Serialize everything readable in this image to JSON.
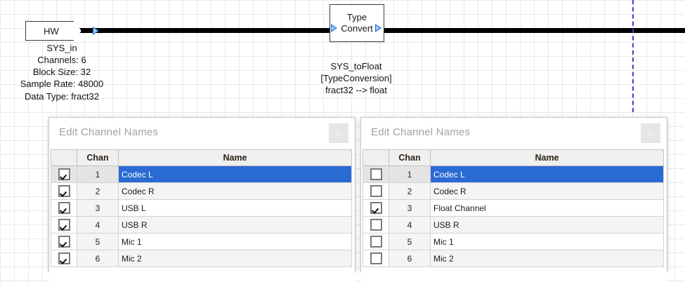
{
  "canvas": {
    "grid_minor_color": "#e9e9e9",
    "grid_major_color": "#dcdcdc",
    "background": "#ffffff",
    "guide_color": "#3b3bd6",
    "wire_color": "#000000"
  },
  "blocks": [
    {
      "id": "hw-source",
      "label": "HW",
      "caption_lines": [
        "SYS_in",
        "Channels: 6",
        "Block Size: 32",
        "Sample Rate: 48000",
        "Data Type: fract32"
      ]
    },
    {
      "id": "type-convert",
      "label_line1": "Type",
      "label_line2": "Convert",
      "caption_lines": [
        "SYS_toFloat",
        "[TypeConversion]",
        "fract32 --> float"
      ]
    }
  ],
  "dialogs": [
    {
      "id": "left",
      "title": "Edit Channel Names",
      "close_label": "×",
      "columns": [
        "",
        "Chan",
        "Name"
      ],
      "rows": [
        {
          "checked": true,
          "chan": "1",
          "name": "Codec L",
          "selected": true
        },
        {
          "checked": true,
          "chan": "2",
          "name": "Codec R",
          "selected": false
        },
        {
          "checked": true,
          "chan": "3",
          "name": "USB L",
          "selected": false
        },
        {
          "checked": true,
          "chan": "4",
          "name": "USB R",
          "selected": false
        },
        {
          "checked": true,
          "chan": "5",
          "name": "Mic 1",
          "selected": false
        },
        {
          "checked": true,
          "chan": "6",
          "name": "Mic 2",
          "selected": false
        }
      ]
    },
    {
      "id": "right",
      "title": "Edit Channel Names",
      "close_label": "×",
      "columns": [
        "",
        "Chan",
        "Name"
      ],
      "rows": [
        {
          "checked": false,
          "chan": "1",
          "name": "Codec L",
          "selected": true
        },
        {
          "checked": false,
          "chan": "2",
          "name": "Codec R",
          "selected": false
        },
        {
          "checked": true,
          "chan": "3",
          "name": "Float Channel",
          "selected": false
        },
        {
          "checked": false,
          "chan": "4",
          "name": "USB R",
          "selected": false
        },
        {
          "checked": false,
          "chan": "5",
          "name": "Mic 1",
          "selected": false
        },
        {
          "checked": false,
          "chan": "6",
          "name": "Mic 2",
          "selected": false
        }
      ]
    }
  ],
  "colors": {
    "selection_blue": "#2a6ad4",
    "port_blue": "#2a6ae0",
    "title_grey": "#9fa3a8"
  }
}
